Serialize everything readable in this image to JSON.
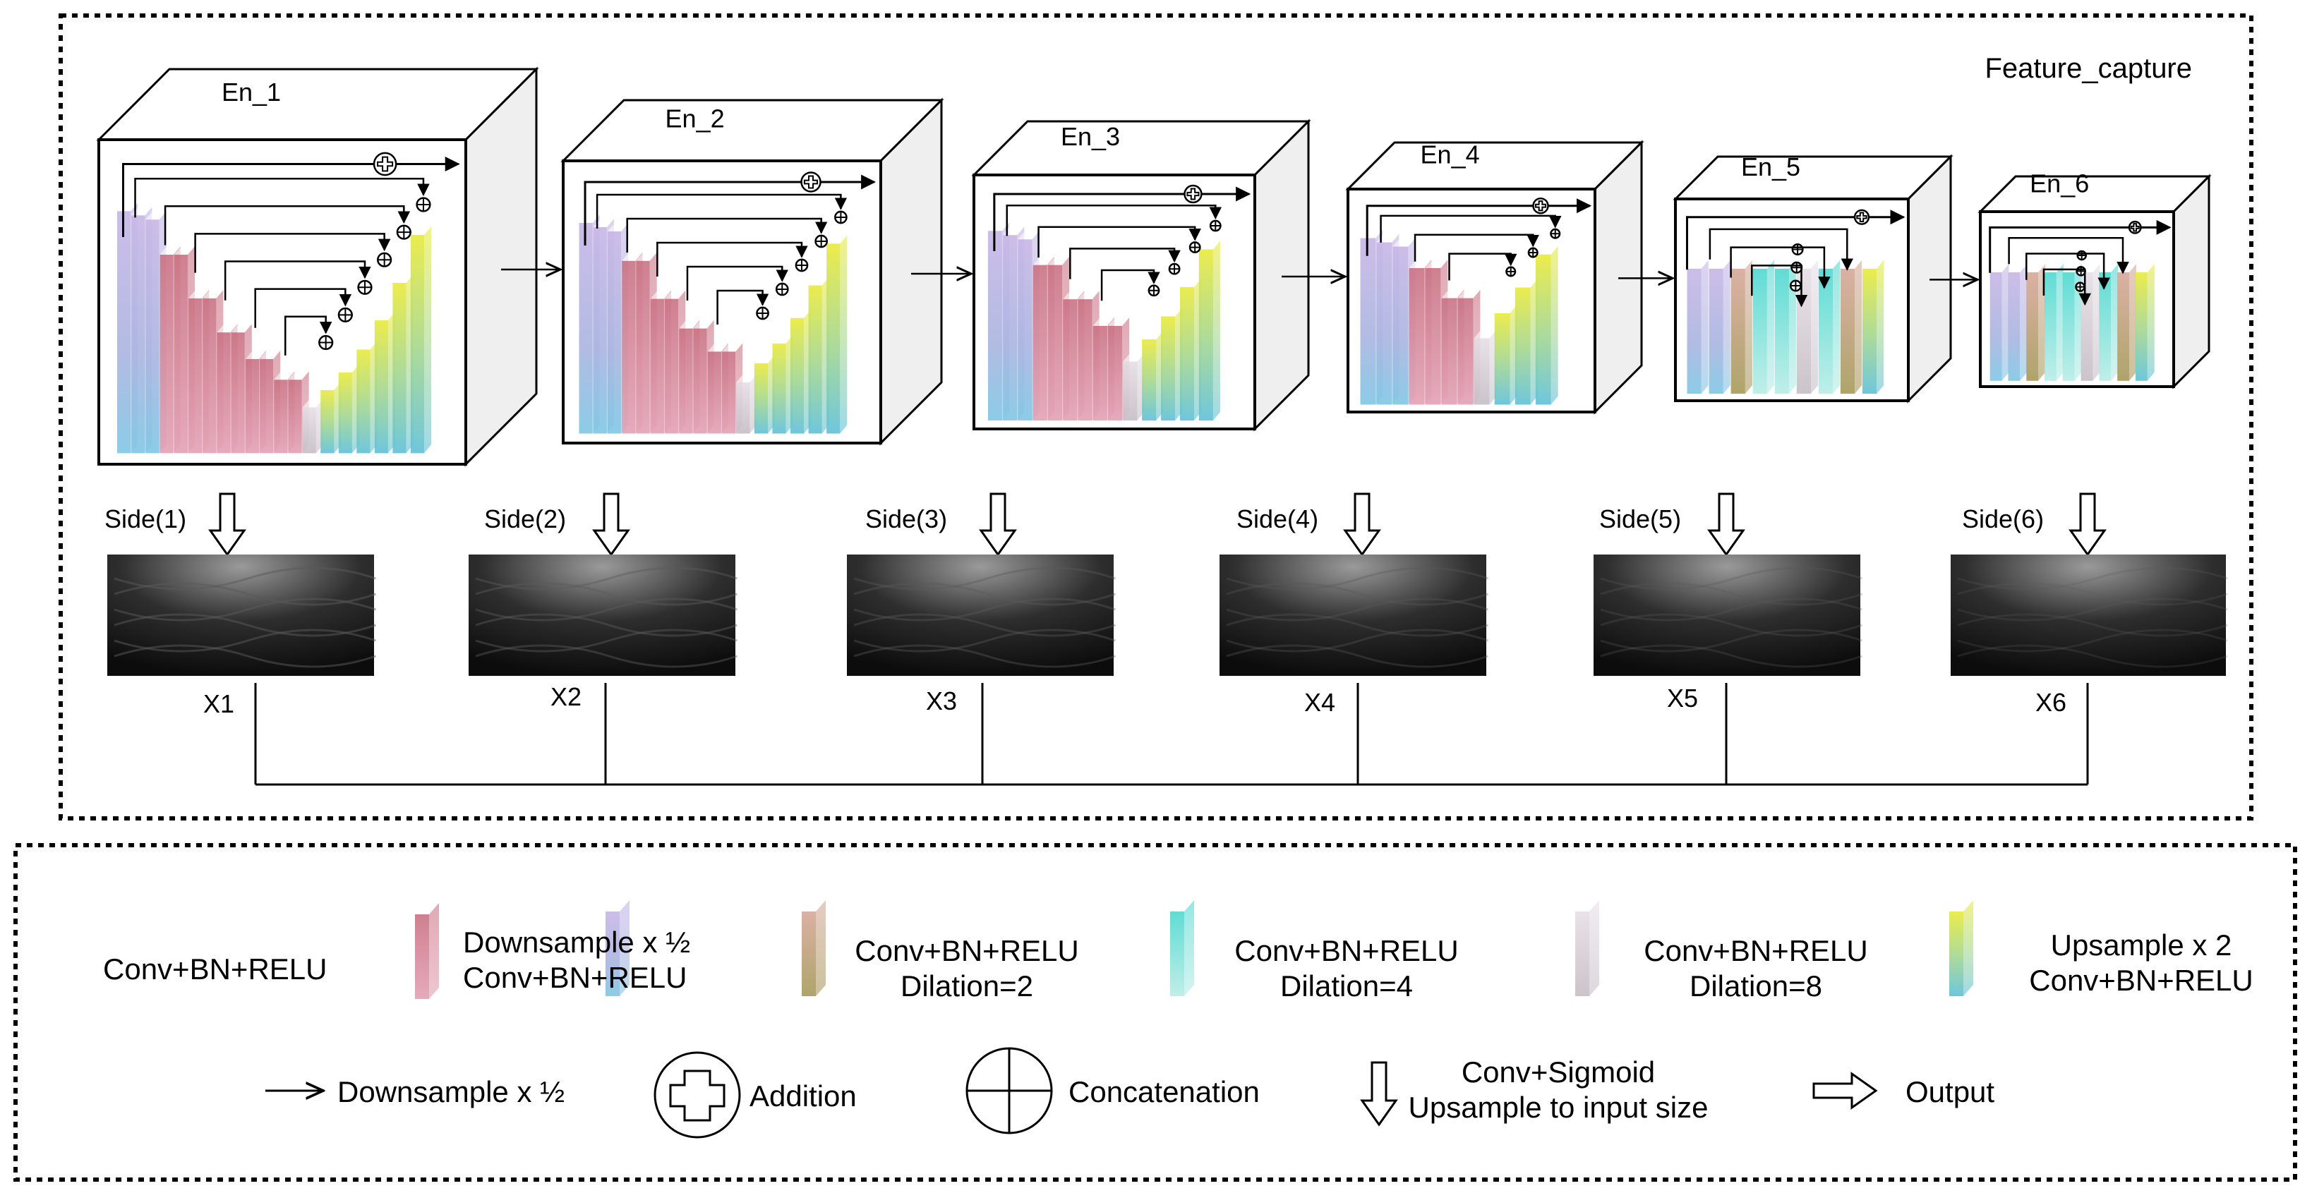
{
  "panel_title": "Feature_capture",
  "encoders": [
    "En_1",
    "En_2",
    "En_3",
    "En_4",
    "En_5",
    "En_6"
  ],
  "sides": [
    "Side(1)",
    "Side(2)",
    "Side(3)",
    "Side(4)",
    "Side(5)",
    "Side(6)"
  ],
  "outputs": [
    "X1",
    "X2",
    "X3",
    "X4",
    "X5",
    "X6"
  ],
  "legend": {
    "conv": "Conv+BN+RELU",
    "down_conv": [
      "Downsample x ½",
      "Conv+BN+RELU"
    ],
    "dil2": [
      "Conv+BN+RELU",
      "Dilation=2"
    ],
    "dil4": [
      "Conv+BN+RELU",
      "Dilation=4"
    ],
    "dil8": [
      "Conv+BN+RELU",
      "Dilation=8"
    ],
    "up_conv": [
      "Upsample x 2",
      "Conv+BN+RELU"
    ],
    "downsample": "Downsample x ½",
    "addition": "Addition",
    "concatenation": "Concatenation",
    "sigmoid": [
      "Conv+Sigmoid",
      "Upsample to input size"
    ],
    "output": "Output"
  },
  "colors": {
    "conv": "#b9a9d8",
    "down": "#c97a8c",
    "dil2": "#b89a70",
    "dil4": "#5fd6cf",
    "dil8": "#d8d2d8",
    "up": "#c9d84a"
  }
}
